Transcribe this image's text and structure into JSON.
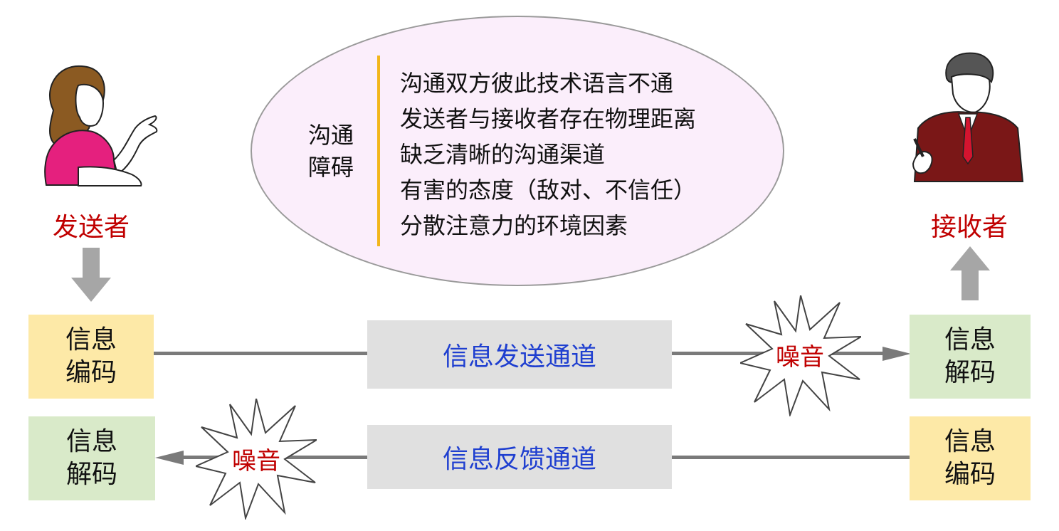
{
  "sender": {
    "label": "发送者"
  },
  "receiver": {
    "label": "接收者"
  },
  "barriers": {
    "title_line1": "沟通",
    "title_line2": "障碍",
    "items": [
      "沟通双方彼此技术语言不通",
      "发送者与接收者存在物理距离",
      "缺乏清晰的沟通渠道",
      "有害的态度（敌对、不信任）",
      "分散注意力的环境因素"
    ]
  },
  "send_row": {
    "left_box_line1": "信息",
    "left_box_line2": "编码",
    "channel": "信息发送通道",
    "noise": "噪音",
    "right_box_line1": "信息",
    "right_box_line2": "解码"
  },
  "feedback_row": {
    "left_box_line1": "信息",
    "left_box_line2": "解码",
    "noise": "噪音",
    "channel": "信息反馈通道",
    "right_box_line1": "信息",
    "right_box_line2": "编码"
  },
  "colors": {
    "role_label": "#c00000",
    "channel_text": "#1f3fd0",
    "encode_box": "#fde9a7",
    "decode_box": "#d9eac9",
    "channel_bg": "#e0e0e0",
    "divider": "#f2b61b",
    "ellipse_fill": "#fbeefb"
  }
}
